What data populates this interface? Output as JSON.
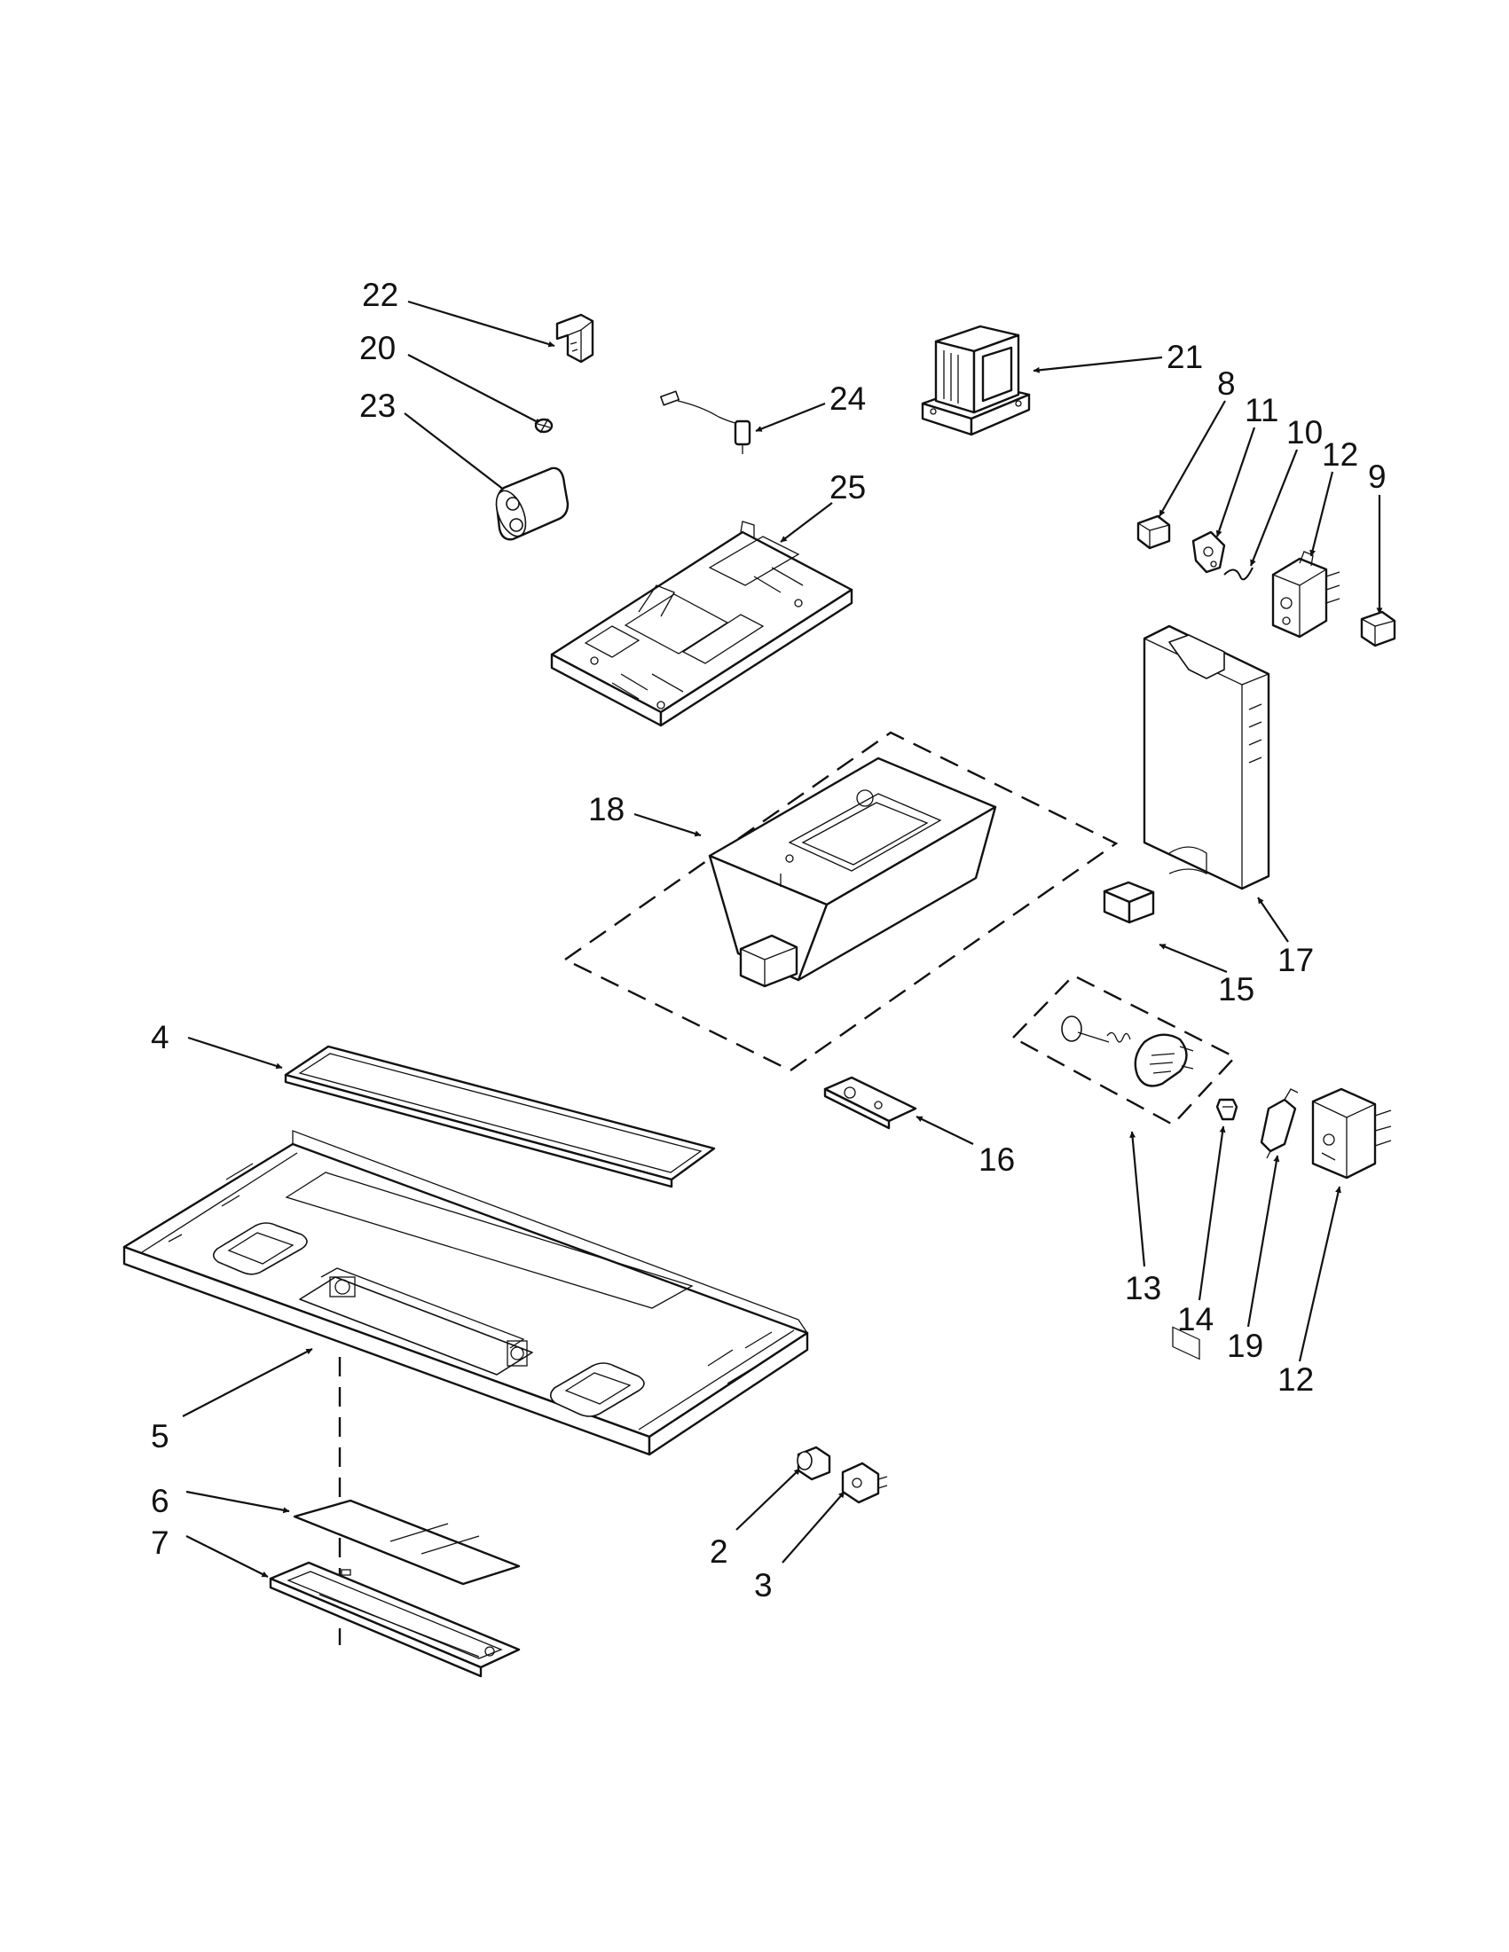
{
  "callouts": [
    {
      "id": "22",
      "text": "22"
    },
    {
      "id": "20",
      "text": "20"
    },
    {
      "id": "23",
      "text": "23"
    },
    {
      "id": "24",
      "text": "24"
    },
    {
      "id": "21",
      "text": "21"
    },
    {
      "id": "25",
      "text": "25"
    },
    {
      "id": "8",
      "text": "8"
    },
    {
      "id": "11",
      "text": "11"
    },
    {
      "id": "10",
      "text": "10"
    },
    {
      "id": "12a",
      "text": "12"
    },
    {
      "id": "9",
      "text": "9"
    },
    {
      "id": "18",
      "text": "18"
    },
    {
      "id": "17",
      "text": "17"
    },
    {
      "id": "15",
      "text": "15"
    },
    {
      "id": "4",
      "text": "4"
    },
    {
      "id": "16",
      "text": "16"
    },
    {
      "id": "13",
      "text": "13"
    },
    {
      "id": "14",
      "text": "14"
    },
    {
      "id": "19",
      "text": "19"
    },
    {
      "id": "12b",
      "text": "12"
    },
    {
      "id": "5",
      "text": "5"
    },
    {
      "id": "6",
      "text": "6"
    },
    {
      "id": "7",
      "text": "7"
    },
    {
      "id": "2",
      "text": "2"
    },
    {
      "id": "3",
      "text": "3"
    }
  ]
}
